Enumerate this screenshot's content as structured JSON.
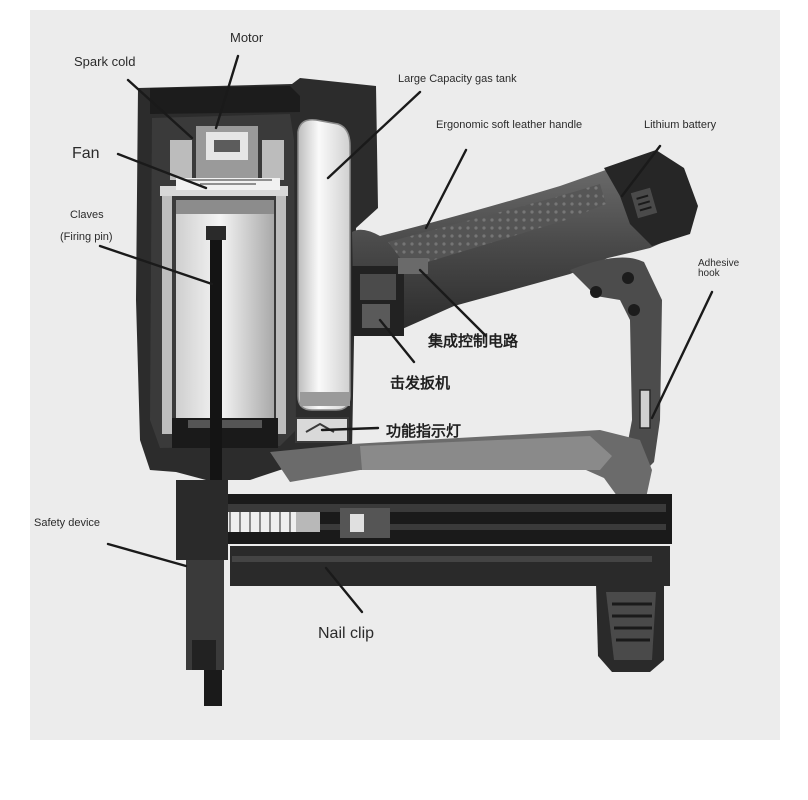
{
  "labels": {
    "motor": "Motor",
    "spark_cold": "Spark cold",
    "gas_tank": "Large Capacity gas tank",
    "handle": "Ergonomic soft leather handle",
    "battery": "Lithium battery",
    "fan": "Fan",
    "claves": "Claves",
    "firing_pin": "(Firing pin)",
    "adhesive_hook_1": "Adhesive",
    "adhesive_hook_2": "hook",
    "control_circuit": "集成控制电路",
    "trigger": "击发扳机",
    "indicator_light": "功能指示灯",
    "safety_device": "Safety device",
    "nail_clip": "Nail clip"
  }
}
